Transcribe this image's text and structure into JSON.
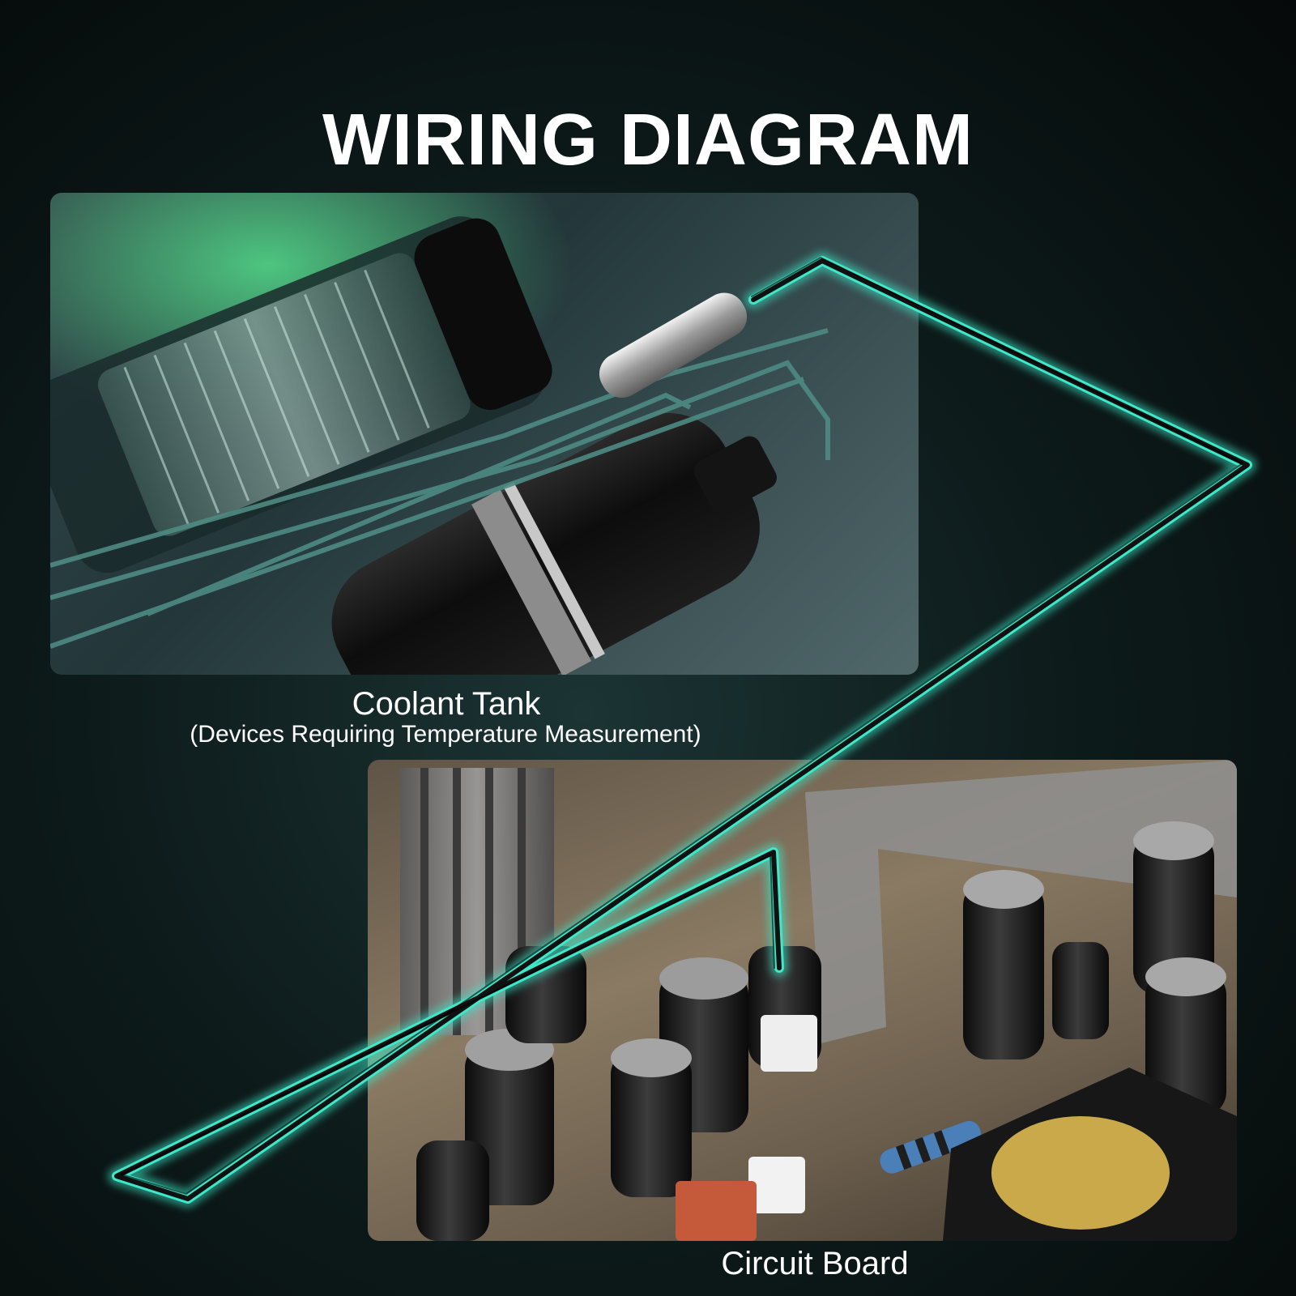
{
  "title": "WIRING DIAGRAM",
  "coolant_tank": {
    "label": "Coolant Tank",
    "sublabel": "(Devices Requiring Temperature Measurement)"
  },
  "circuit_board": {
    "label": "Circuit Board"
  },
  "colors": {
    "background": "#0b1414",
    "wire_glow": "#3ee8c8",
    "wire_core": "#111111",
    "text": "#ffffff"
  }
}
